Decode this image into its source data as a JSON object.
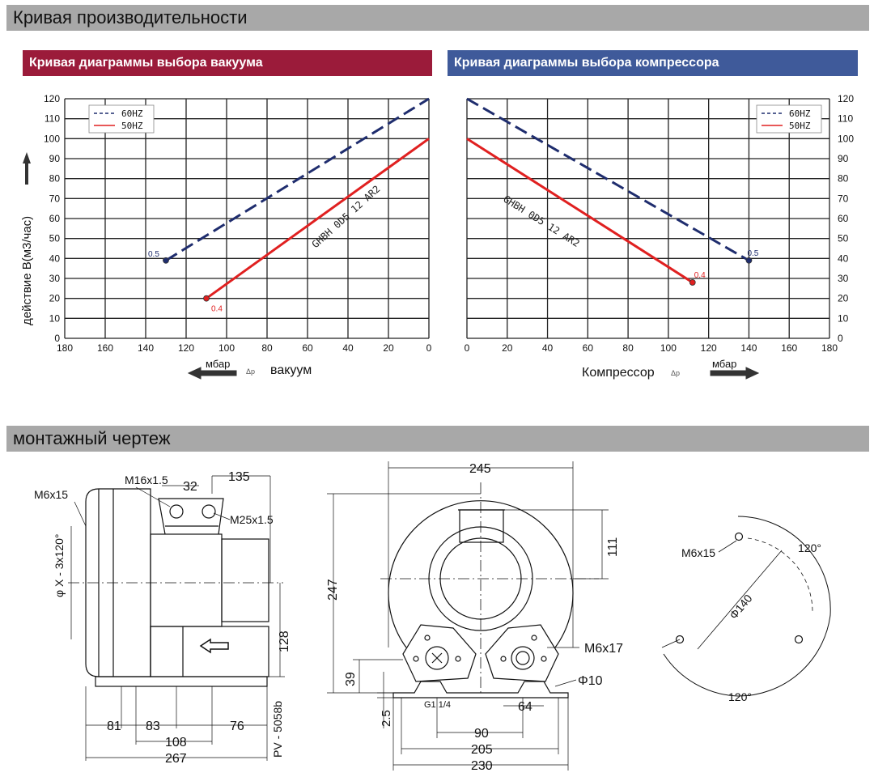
{
  "headers": {
    "performance": "Кривая производительности",
    "vacuum": "Кривая диаграммы выбора вакуума",
    "compressor": "Кривая диаграммы выбора компрессора",
    "mounting": "монтажный чертеж"
  },
  "colors": {
    "vacuum_bar": "#9b1b3a",
    "compressor_bar": "#3f5a9a",
    "hz60": "#1f2d6e",
    "hz50": "#e02020",
    "section_bar": "#a8a8a8"
  },
  "common": {
    "ylabel": "действие  B(м3/час)",
    "y_ticks": [
      "0",
      "10",
      "20",
      "30",
      "40",
      "50",
      "60",
      "70",
      "80",
      "90",
      "100",
      "110",
      "120"
    ],
    "legend": [
      "60HZ",
      "50HZ"
    ],
    "model": "GHBH 0D5 12 AR2",
    "unit": "мбар",
    "dp": "Δp"
  },
  "chart_data": [
    {
      "type": "line",
      "title": "Кривая диаграммы выбора вакуума",
      "xlabel": "вакуум",
      "x_ticks": [
        "180",
        "160",
        "140",
        "120",
        "100",
        "80",
        "60",
        "40",
        "20",
        "0"
      ],
      "xlim": [
        180,
        0
      ],
      "ylim": [
        0,
        120
      ],
      "series": [
        {
          "name": "60HZ",
          "points": [
            [
              130,
              39
            ],
            [
              0,
              120
            ]
          ],
          "end_label": "0.5"
        },
        {
          "name": "50HZ",
          "points": [
            [
              110,
              20
            ],
            [
              0,
              100
            ]
          ],
          "end_label": "0.4"
        }
      ]
    },
    {
      "type": "line",
      "title": "Кривая диаграммы выбора компрессора",
      "xlabel": "Компрессор",
      "x_ticks": [
        "0",
        "20",
        "40",
        "60",
        "80",
        "100",
        "120",
        "140",
        "160",
        "180"
      ],
      "xlim": [
        0,
        180
      ],
      "ylim": [
        0,
        120
      ],
      "series": [
        {
          "name": "60HZ",
          "points": [
            [
              0,
              120
            ],
            [
              140,
              39
            ]
          ],
          "end_label": "0.5"
        },
        {
          "name": "50HZ",
          "points": [
            [
              0,
              100
            ],
            [
              112,
              28
            ]
          ],
          "end_label": "0.4"
        }
      ]
    }
  ],
  "drawing": {
    "side": {
      "m6x15": "M6x15",
      "phi": "φ X - 3x120°",
      "m16": "M16x1.5",
      "d32": "32",
      "d135": "135",
      "m25": "M25x1.5",
      "d128": "128",
      "model": "PV - 5058b",
      "d81": "81",
      "d83": "83",
      "d76": "76",
      "d108": "108",
      "d267": "267"
    },
    "front": {
      "d245": "245",
      "d247": "247",
      "d111": "111",
      "m6x17": "M6x17",
      "d39": "39",
      "phi10": "Φ10",
      "g1": "G1 1/4",
      "d25": "2.5",
      "d90": "90",
      "d64": "64",
      "d205": "205",
      "d230": "230"
    },
    "flange": {
      "m6x15": "M6x15",
      "a1": "120°",
      "a2": "120°",
      "phi140": "Φ140"
    }
  }
}
